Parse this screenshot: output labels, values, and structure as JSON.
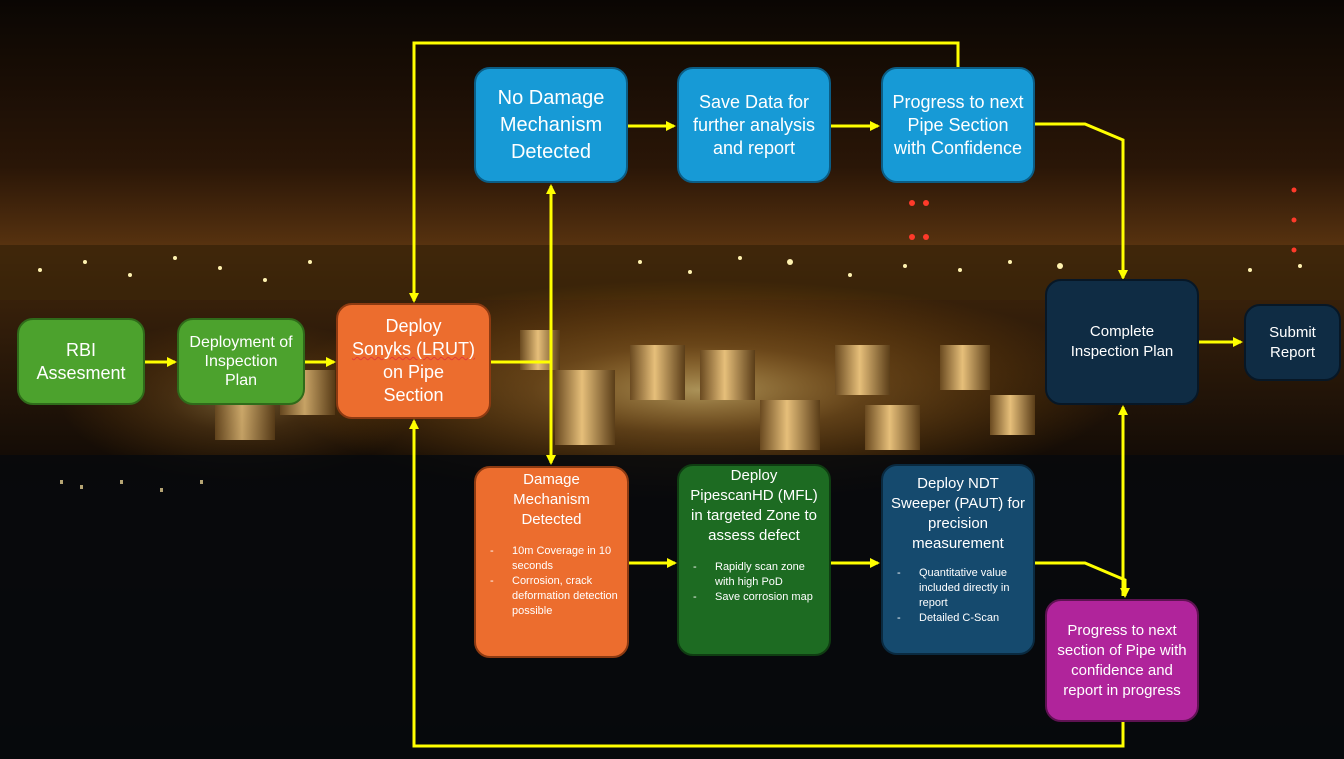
{
  "colors": {
    "arrow": "#ffff00",
    "rbi": "#4ca22d",
    "deploy_lrut": "#ec6d2e",
    "no_damage": "#179ad6",
    "pipescan": "#1d6b22",
    "ndt": "#154a6e",
    "complete": "#0f2c44",
    "progress_report": "#b0249b"
  },
  "nodes": {
    "rbi": {
      "label": "RBI Assesment"
    },
    "deployment_plan": {
      "label": "Deployment of Inspection Plan"
    },
    "deploy_lrut": {
      "line1": "Deploy",
      "line2": "Sonyks (LRUT)",
      "line3": "on Pipe",
      "line4": "Section"
    },
    "no_damage": {
      "label": "No Damage Mechanism Detected"
    },
    "save_data": {
      "label": "Save Data for further analysis and report"
    },
    "progress_confidence": {
      "label": "Progress to next Pipe Section with Confidence"
    },
    "damage_detected": {
      "title": "Damage Mechanism Detected",
      "bullets": [
        "10m Coverage in 10 seconds",
        "Corrosion, crack deformation detection possible"
      ]
    },
    "pipescan": {
      "title": "Deploy PipescanHD (MFL) in targeted Zone to assess defect",
      "bullets": [
        "Rapidly scan zone with high PoD",
        "Save corrosion map"
      ]
    },
    "ndt_sweeper": {
      "title": "Deploy NDT Sweeper (PAUT) for precision measurement",
      "bullets": [
        "Quantitative value included directly in report",
        "Detailed C-Scan"
      ]
    },
    "complete_plan": {
      "label": "Complete Inspection Plan"
    },
    "submit_report": {
      "label": "Submit Report"
    },
    "progress_in_progress": {
      "label": "Progress to next section of Pipe with confidence and report in progress"
    }
  },
  "edges": [
    {
      "from": "rbi",
      "to": "deployment_plan"
    },
    {
      "from": "deployment_plan",
      "to": "deploy_lrut"
    },
    {
      "from": "deploy_lrut",
      "to": "no_damage"
    },
    {
      "from": "deploy_lrut",
      "to": "damage_detected"
    },
    {
      "from": "no_damage",
      "to": "save_data"
    },
    {
      "from": "save_data",
      "to": "progress_confidence"
    },
    {
      "from": "progress_confidence",
      "to": "complete_plan"
    },
    {
      "from": "progress_confidence",
      "to": "deploy_lrut"
    },
    {
      "from": "damage_detected",
      "to": "pipescan"
    },
    {
      "from": "pipescan",
      "to": "ndt_sweeper"
    },
    {
      "from": "ndt_sweeper",
      "to": "progress_in_progress"
    },
    {
      "from": "progress_in_progress",
      "to": "complete_plan"
    },
    {
      "from": "progress_in_progress",
      "to": "deploy_lrut"
    },
    {
      "from": "complete_plan",
      "to": "submit_report"
    }
  ]
}
